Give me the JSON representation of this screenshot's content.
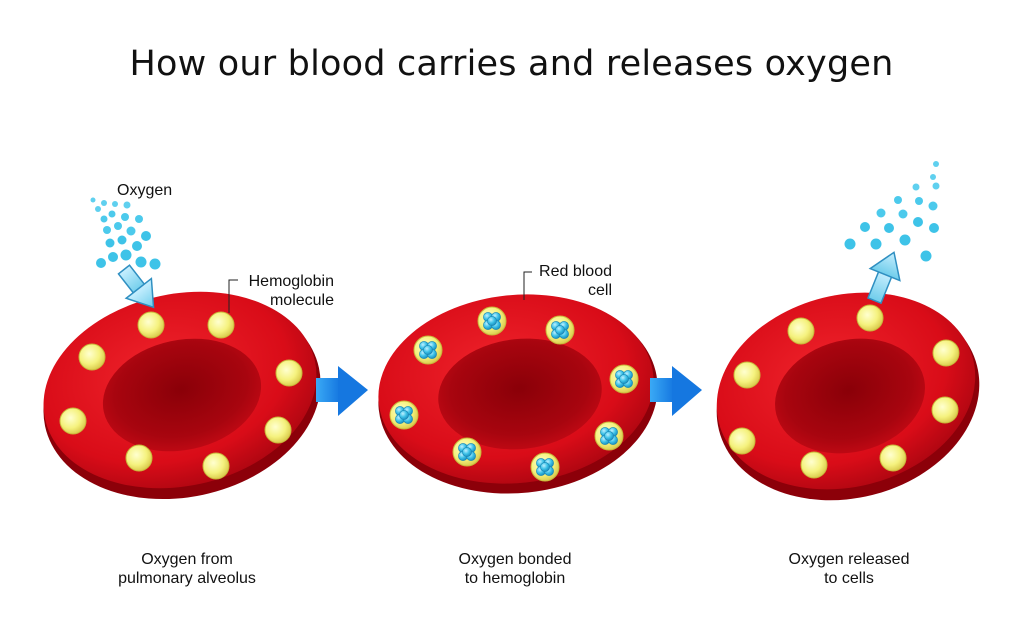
{
  "title": "How our blood carries and releases oxygen",
  "labels": {
    "oxygen": "Oxygen",
    "hemoglobin_line1": "Hemoglobin",
    "hemoglobin_line2": "molecule",
    "rbc_line1": "Red blood",
    "rbc_line2": "cell"
  },
  "captions": [
    {
      "line1": "Oxygen from",
      "line2": "pulmonary alveolus"
    },
    {
      "line1": "Oxygen bonded",
      "line2": "to hemoglobin"
    },
    {
      "line1": "Oxygen released",
      "line2": "to cells"
    }
  ],
  "colors": {
    "cell_red": "#e3101b",
    "cell_dark": "#a0000d",
    "hemoglobin_yellow": "#f6f58a",
    "oxygen_blue": "#39c1e6",
    "flow_arrow_blue": "#1e8ff0"
  }
}
